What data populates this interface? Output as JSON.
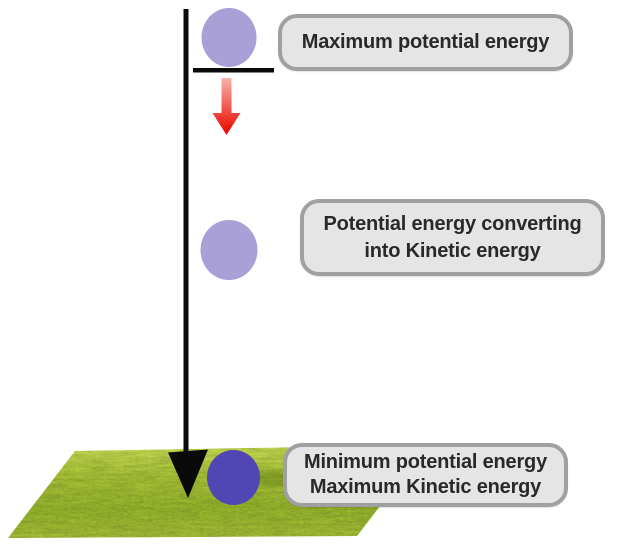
{
  "scene": {
    "description": "Falling ball energy conversion diagram",
    "labels": {
      "top": {
        "text": "Maximum potential energy"
      },
      "middle": {
        "line1": "Potential energy converting",
        "line2": "into Kinetic energy"
      },
      "bottom": {
        "line1": "Minimum potential energy",
        "line2": "Maximum Kinetic energy"
      }
    },
    "icons": {
      "fall_path": "long-down-arrow-icon",
      "motion": "red-down-arrow-icon"
    }
  },
  "colors": {
    "ball_light": "#a8a0d6",
    "ball_dark": "#5246b4",
    "arrow_black": "#0a0a0a",
    "platform_black": "#0a0a0a",
    "arrow_red_top": "#f7b3aa",
    "arrow_red_bottom": "#ec1408",
    "grass_top": "#c7da53",
    "grass_mid": "#a2bc31",
    "grass_deep": "#8dab23",
    "grass_bottom": "#9cb52f",
    "label_bg": "#e5e5e5",
    "label_border": "#a0a0a0",
    "label_text": "#292929"
  }
}
